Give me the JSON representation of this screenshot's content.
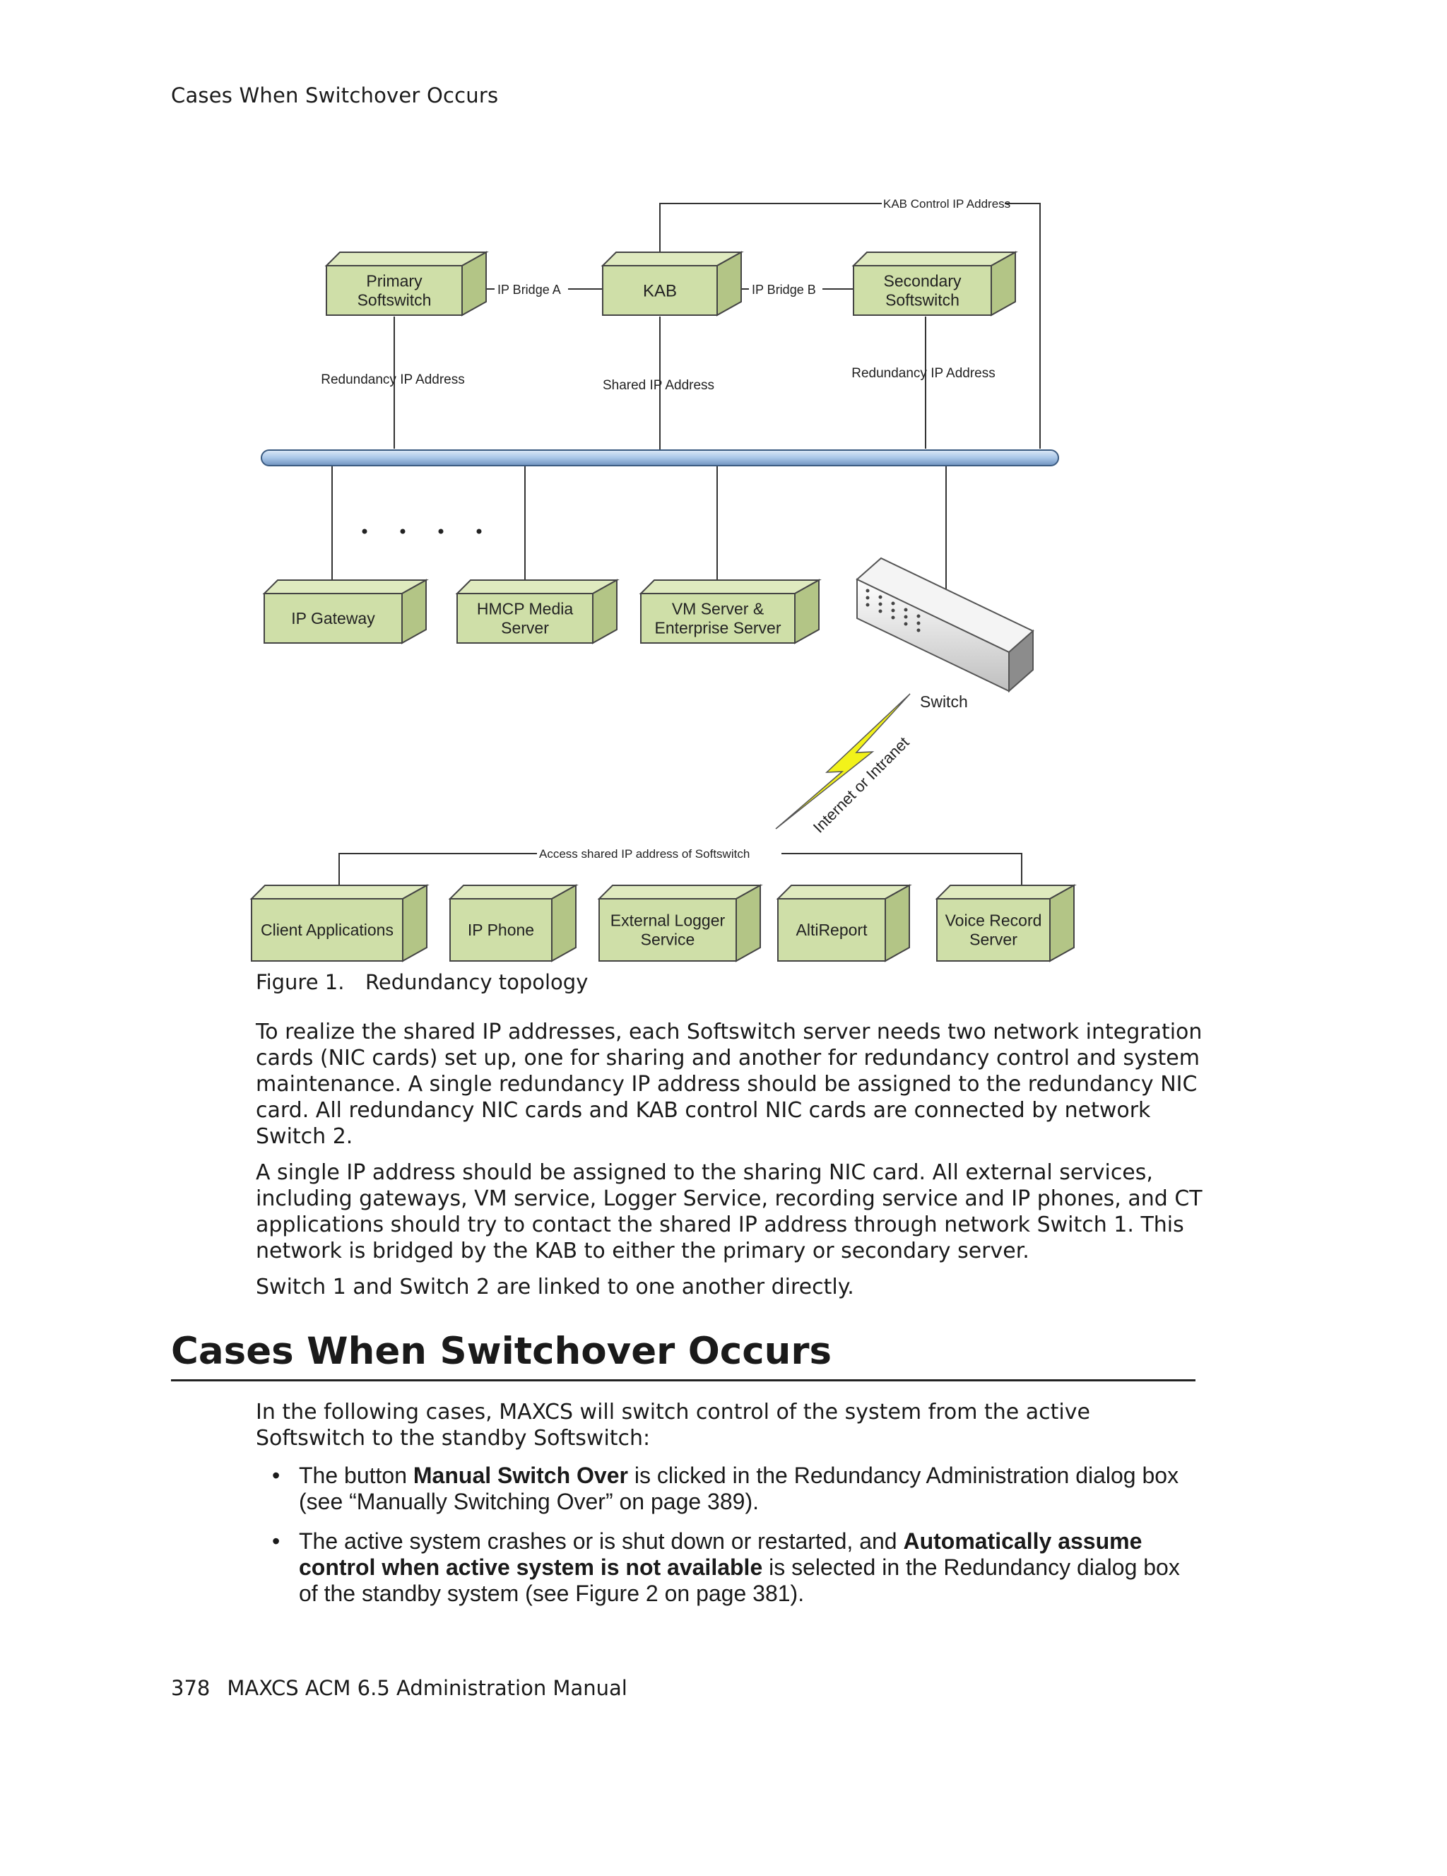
{
  "header": {
    "running_title": "Cases When Switchover Occurs"
  },
  "diagram": {
    "primary_softswitch": [
      "Primary",
      "Softswitch"
    ],
    "kab": "KAB",
    "secondary_softswitch": [
      "Secondary",
      "Softswitch"
    ],
    "ip_bridge_a": "IP Bridge A",
    "ip_bridge_b": "IP Bridge B",
    "kab_control_ip": "KAB Control IP Address",
    "redundancy_ip_left": "Redundancy IP Address",
    "shared_ip": "Shared IP Address",
    "redundancy_ip_right": "Redundancy IP Address",
    "ip_gateway": "IP Gateway",
    "hmcp_media_server": [
      "HMCP Media",
      "Server"
    ],
    "vm_server": [
      "VM Server &",
      "Enterprise Server"
    ],
    "switch": "Switch",
    "internet": "Internet or Intranet",
    "access_shared": "Access shared IP address of Softswitch",
    "client_applications": "Client Applications",
    "ip_phone": "IP Phone",
    "external_logger": [
      "External Logger",
      "Service"
    ],
    "altireport": "AltiReport",
    "voice_record": [
      "Voice Record",
      "Server"
    ],
    "box_fill": "#cfdfa8",
    "box_stroke": "#444444",
    "bus_color": "#a9c6e8",
    "lightning_color": "#f2f21a"
  },
  "figure": {
    "number": "Figure 1.",
    "caption": "Redundancy topology"
  },
  "paragraphs": {
    "p1": "To realize the shared IP addresses, each Softswitch server needs two network integration cards (NIC cards) set up, one for sharing and another for redundancy control and system maintenance. A single redundancy IP address should be assigned to the redundancy NIC card. All redundancy NIC cards and KAB control NIC cards are connected by network Switch 2.",
    "p2": "A single IP address should be assigned to the sharing NIC card. All external services, including gateways, VM service, Logger Service, recording service and IP phones, and CT applications should try to contact the shared IP address through network Switch 1. This network is bridged by the KAB to either the primary or secondary server.",
    "p3": "Switch 1 and Switch 2 are linked to one another directly."
  },
  "section": {
    "heading": "Cases When Switchover Occurs",
    "intro": "In the following cases, MAXCS will switch control of the system from the active Softswitch to the standby Softswitch:",
    "bullet_symbol": "•",
    "bullet1": {
      "pre": "The button ",
      "bold": "Manual Switch Over",
      "post": " is clicked in the Redundancy Administration dialog box (see “Manually Switching Over” on page 389)."
    },
    "bullet2": {
      "pre": "The active system crashes or is shut down or restarted, and ",
      "bold": "Automatically assume control when active system is not available",
      "post": " is selected in the Redundancy dialog box of the standby system (see Figure 2 on page 381)."
    }
  },
  "footer": {
    "page_number": "378",
    "manual_title": "MAXCS ACM 6.5 Administration Manual"
  }
}
